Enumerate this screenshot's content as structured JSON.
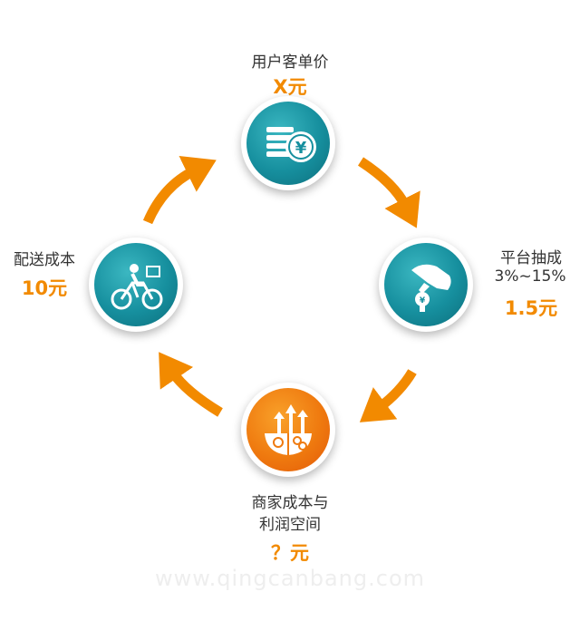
{
  "nodes": {
    "top": {
      "label": "用户客单价",
      "value": "X元",
      "icon": "coins-yuan-icon"
    },
    "right": {
      "label": "平台抽成",
      "sublabel": "3%~15%",
      "value": "1.5元",
      "icon": "hand-coin-icon"
    },
    "bottom": {
      "label_line1": "商家成本与",
      "label_line2": "利润空间",
      "value": "？元",
      "icon": "profit-growth-icon"
    },
    "left": {
      "label": "配送成本",
      "value": "10元",
      "icon": "delivery-bike-icon"
    }
  },
  "watermark": "www.qingcanbang.com",
  "colors": {
    "accent": "#f28a00",
    "teal": "#168f9e",
    "orange_node": "#ef7a0f",
    "text": "#333333"
  }
}
